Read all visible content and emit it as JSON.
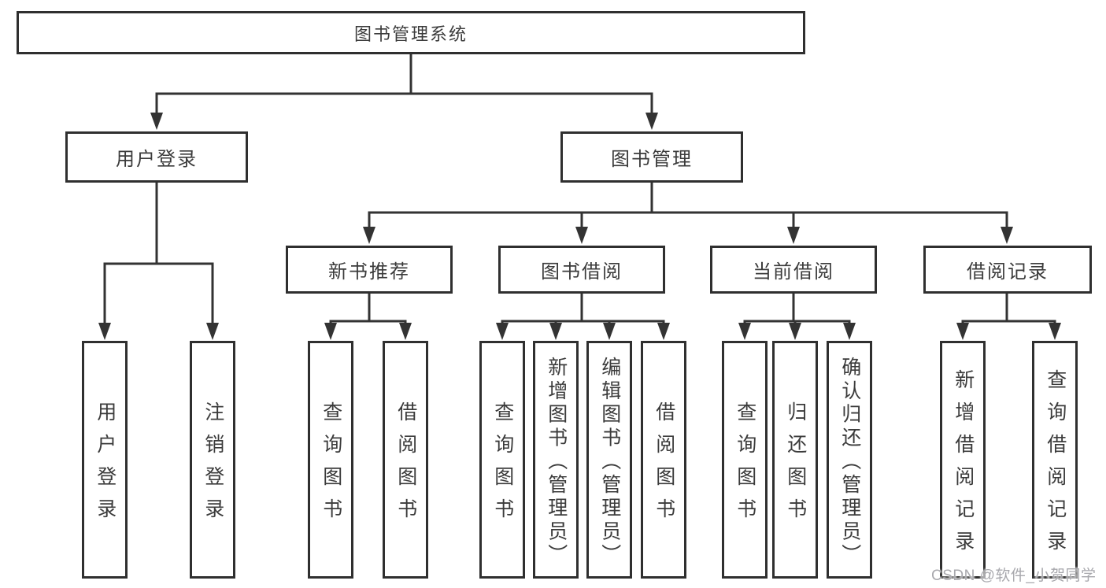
{
  "tree": {
    "label": "图书管理系统",
    "children": [
      {
        "label": "用户登录",
        "children": [
          {
            "label": "用户登录"
          },
          {
            "label": "注销登录"
          }
        ]
      },
      {
        "label": "图书管理",
        "children": [
          {
            "label": "新书推荐",
            "children": [
              {
                "label": "查询图书"
              },
              {
                "label": "借阅图书"
              }
            ]
          },
          {
            "label": "图书借阅",
            "children": [
              {
                "label": "查询图书"
              },
              {
                "label": "新增图书（管理员）"
              },
              {
                "label": "编辑图书（管理员）"
              },
              {
                "label": "借阅图书"
              }
            ]
          },
          {
            "label": "当前借阅",
            "children": [
              {
                "label": "查询图书"
              },
              {
                "label": "归还图书"
              },
              {
                "label": "确认归还（管理员）"
              }
            ]
          },
          {
            "label": "借阅记录",
            "children": [
              {
                "label": "新增借阅记录"
              },
              {
                "label": "查询借阅记录"
              }
            ]
          }
        ]
      }
    ]
  },
  "watermark": {
    "text": "CSDN @软件_小贺同学"
  },
  "colors": {
    "line": "#333333",
    "box_border": "#2f2f2f",
    "text": "#3b3b3b",
    "watermark": "#a8a8ad",
    "background": "#ffffff"
  }
}
